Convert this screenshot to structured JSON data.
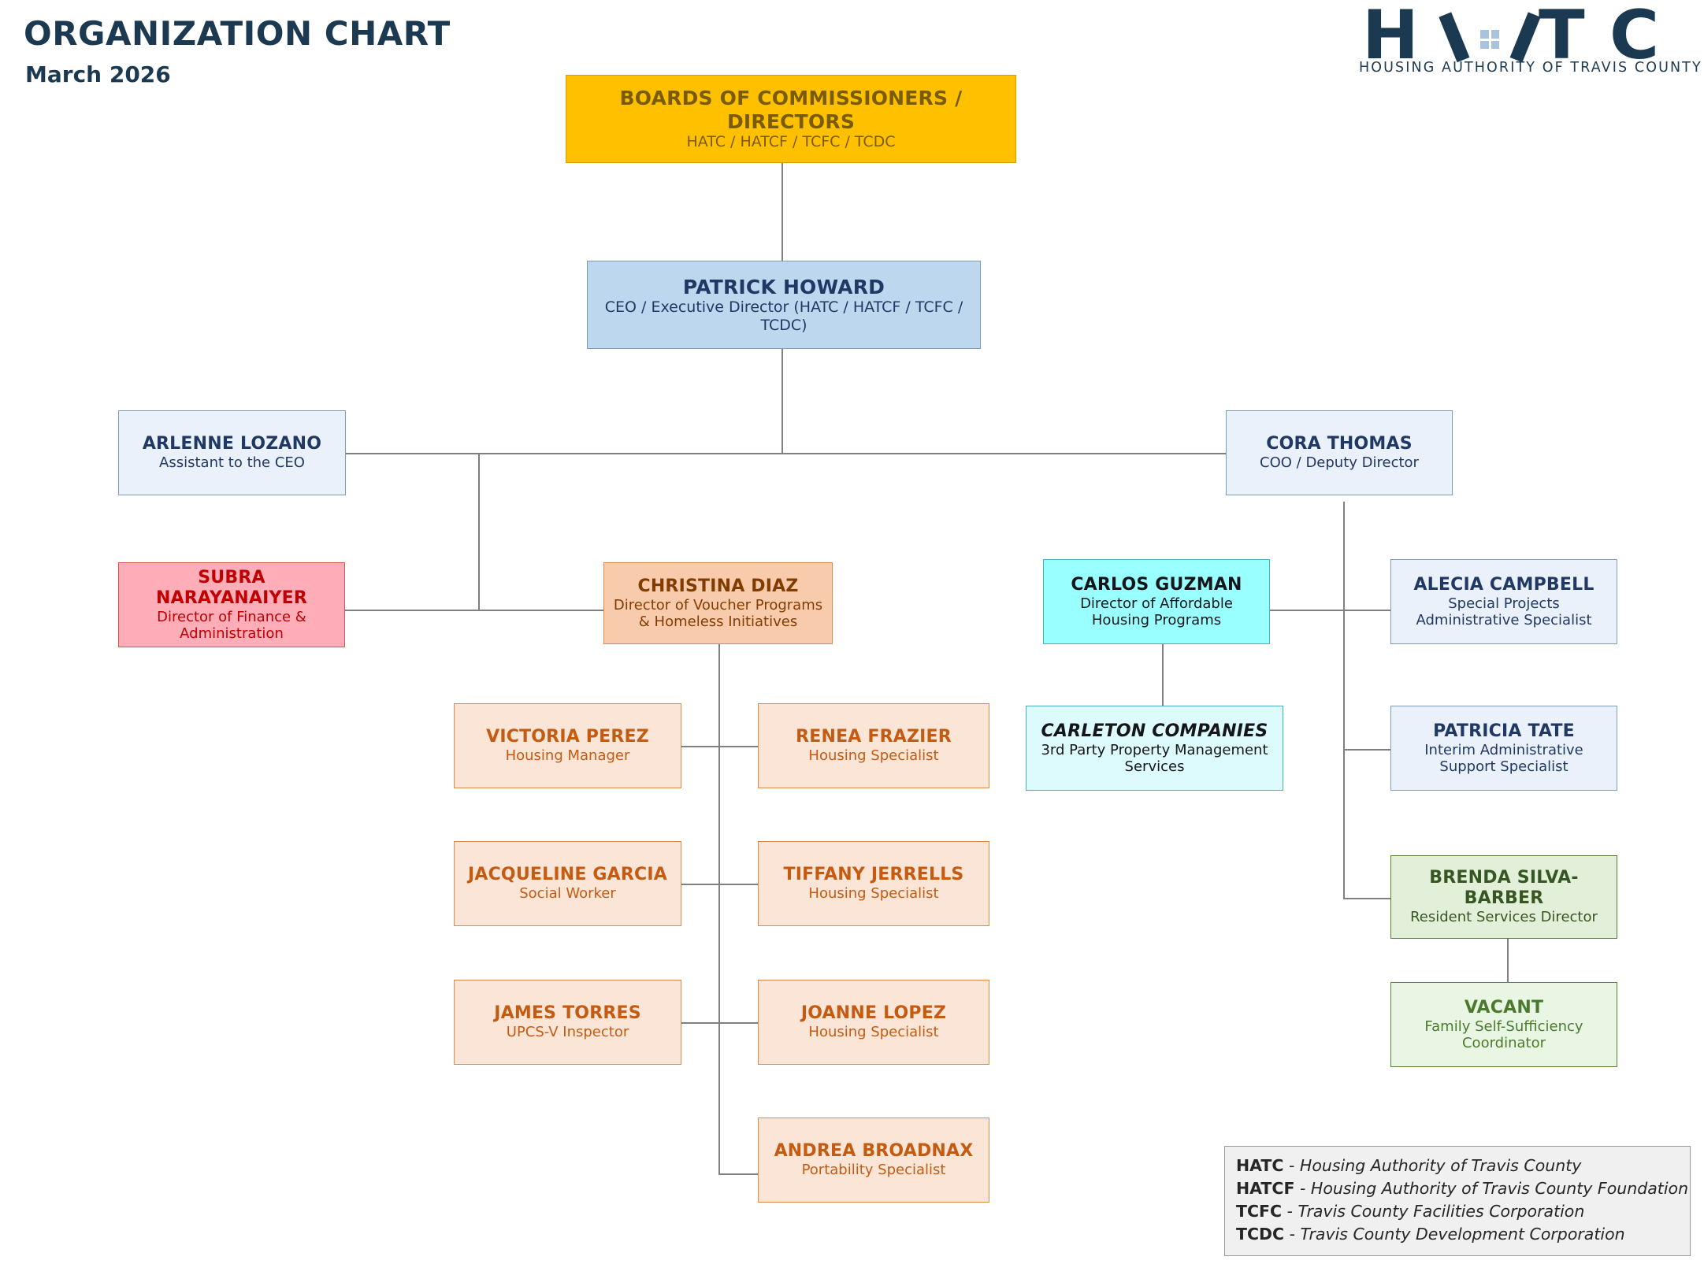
{
  "header": {
    "title": "ORGANIZATION CHART",
    "subtitle": "March 2026"
  },
  "logo": {
    "letters": [
      "H",
      "A",
      "T",
      "C"
    ],
    "wordmark": "HATC",
    "tagline": "HOUSING AUTHORITY OF TRAVIS COUNTY"
  },
  "colors": {
    "title_navy": "#1b3a52",
    "board_gold": "#ffc000",
    "ceo_blue": "#bdd7ee",
    "pale_blue": "#eaf1fa",
    "finance_pink": "#ffadb9",
    "voucher_peach": "#f8cbad",
    "staff_light_peach": "#fbe5d6",
    "affordable_cyan": "#99ffff",
    "vendor_pale_cyan": "#ddfbfd",
    "resident_green": "#e2f0d9",
    "vacant_pale_green": "#eaf6e4",
    "connector_gray": "#808080",
    "legend_bg": "#f0f0f0"
  },
  "nodes": {
    "boards": {
      "name": "BOARDS OF COMMISSIONERS / DIRECTORS",
      "role": "HATC / HATCF / TCFC / TCDC"
    },
    "ceo": {
      "name": "PATRICK HOWARD",
      "role": "CEO / Executive Director (HATC / HATCF / TCFC / TCDC)"
    },
    "assistant": {
      "name": "ARLENNE LOZANO",
      "role": "Assistant to the CEO"
    },
    "coo": {
      "name": "CORA THOMAS",
      "role": "COO / Deputy Director"
    },
    "finance": {
      "name": "SUBRA NARAYANAIYER",
      "role": "Director of Finance & Administration"
    },
    "voucher": {
      "name": "CHRISTINA DIAZ",
      "role": "Director of Voucher Programs & Homeless Initiatives"
    },
    "affordable": {
      "name": "CARLOS GUZMAN",
      "role": "Director of Affordable Housing Programs"
    },
    "special_projects": {
      "name": "ALECIA CAMPBELL",
      "role": "Special Projects Administrative Specialist"
    },
    "carleton": {
      "name": "CARLETON COMPANIES",
      "role": "3rd Party Property Management Services"
    },
    "admin_support": {
      "name": "PATRICIA TATE",
      "role": "Interim Administrative Support Specialist"
    },
    "resident_services": {
      "name": "BRENDA SILVA-BARBER",
      "role": "Resident Services Director"
    },
    "fss": {
      "name": "VACANT",
      "role": "Family Self-Sufficiency Coordinator"
    },
    "housing_manager": {
      "name": "VICTORIA PEREZ",
      "role": "Housing Manager"
    },
    "specialist_1": {
      "name": "RENEA FRAZIER",
      "role": "Housing Specialist"
    },
    "social_worker": {
      "name": "JACQUELINE GARCIA",
      "role": "Social Worker"
    },
    "specialist_2": {
      "name": "TIFFANY JERRELLS",
      "role": "Housing Specialist"
    },
    "inspector": {
      "name": "JAMES TORRES",
      "role": "UPCS-V Inspector"
    },
    "specialist_3": {
      "name": "JOANNE LOPEZ",
      "role": "Housing Specialist"
    },
    "portability": {
      "name": "ANDREA BROADNAX",
      "role": "Portability Specialist"
    }
  },
  "legend": {
    "rows": [
      {
        "abbr": "HATC",
        "dash": " - ",
        "full": "Housing Authority of Travis County"
      },
      {
        "abbr": "HATCF",
        "dash": " - ",
        "full": "Housing Authority of Travis County Foundation"
      },
      {
        "abbr": "TCFC",
        "dash": " - ",
        "full": "Travis County Facilities Corporation"
      },
      {
        "abbr": "TCDC",
        "dash": " - ",
        "full": "Travis County Development Corporation"
      }
    ]
  }
}
